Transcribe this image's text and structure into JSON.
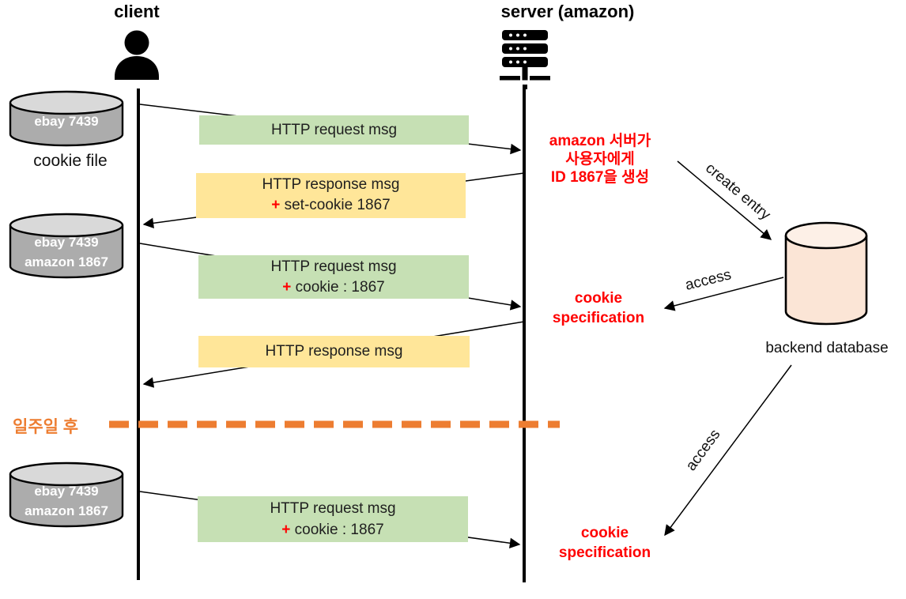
{
  "diagram": {
    "client": {
      "title": "client",
      "cookie_file_label": "cookie file",
      "cookie_files": [
        {
          "lines": [
            "ebay 7439"
          ]
        },
        {
          "lines": [
            "ebay 7439",
            "amazon 1867"
          ]
        },
        {
          "lines": [
            "ebay 7439",
            "amazon 1867"
          ]
        }
      ]
    },
    "server": {
      "title": "server (amazon)",
      "note_lines": [
        "amazon 서버가",
        "사용자에게",
        "ID 1867을 생성"
      ]
    },
    "backend": {
      "label": "backend database",
      "create_entry_label": "create entry",
      "access_label_1": "access",
      "access_label_2": "access"
    },
    "messages": [
      {
        "line1": "HTTP request msg"
      },
      {
        "line1": "HTTP response msg",
        "plus": "+",
        "line2": "set-cookie 1867"
      },
      {
        "line1": "HTTP request msg",
        "plus": "+",
        "line2": "cookie : 1867"
      },
      {
        "line1": "HTTP response msg"
      },
      {
        "line1": "HTTP request msg",
        "plus": "+",
        "line2": "cookie : 1867"
      }
    ],
    "cookie_spec_1": {
      "line1": "cookie",
      "line2": "specification"
    },
    "cookie_spec_2": {
      "line1": "cookie",
      "line2": "specification"
    },
    "divider": {
      "label": "일주일 후"
    },
    "colors": {
      "request_box": "#C6E0B4",
      "response_box": "#FFE699",
      "client_db_body": "#ACACAC",
      "client_db_top": "#D9D9D9",
      "backend_db_body": "#FBE5D6",
      "backend_db_top": "#FDF0E7",
      "annotation_red": "#FF0000",
      "divider_orange": "#ED7D31",
      "line_black": "#000000"
    }
  }
}
